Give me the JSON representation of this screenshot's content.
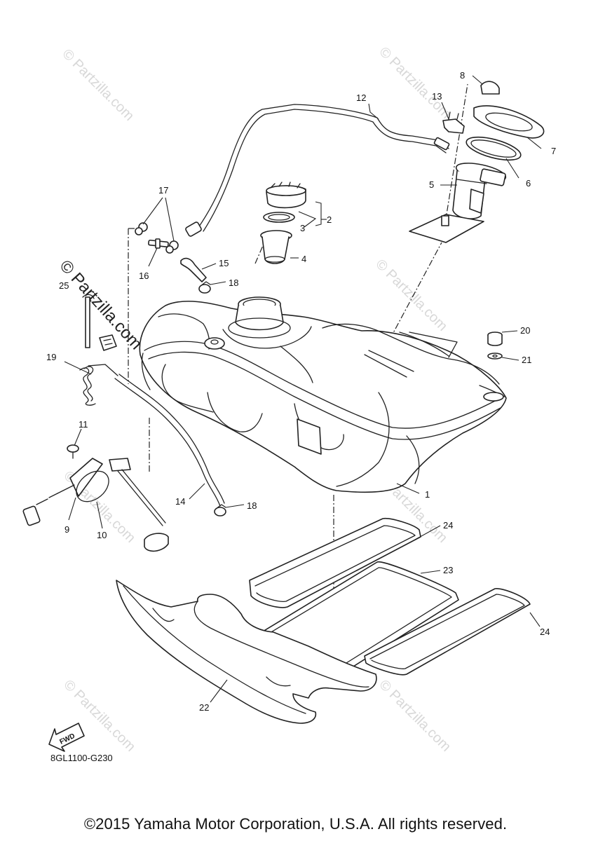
{
  "watermark": {
    "text": "© Partzilla.com"
  },
  "callouts": [
    {
      "label": "1",
      "part": "fuel-tank"
    },
    {
      "label": "2",
      "part": "fuel-cap-assembly"
    },
    {
      "label": "3",
      "part": "fuel-cap-gasket"
    },
    {
      "label": "4",
      "part": "filler-neck-strainer"
    },
    {
      "label": "5",
      "part": "fuel-pump"
    },
    {
      "label": "6",
      "part": "pump-gasket"
    },
    {
      "label": "7",
      "part": "pump-plate"
    },
    {
      "label": "8",
      "part": "pump-cap"
    },
    {
      "label": "9",
      "part": "fuel-sender-unit"
    },
    {
      "label": "10",
      "part": "sender-gasket"
    },
    {
      "label": "11",
      "part": "screw"
    },
    {
      "label": "12",
      "part": "fuel-hose"
    },
    {
      "label": "13",
      "part": "hose-clip"
    },
    {
      "label": "14",
      "part": "breather-hose"
    },
    {
      "label": "15",
      "part": "hose"
    },
    {
      "label": "16",
      "part": "joint"
    },
    {
      "label": "17",
      "part": "clip"
    },
    {
      "label": "18",
      "part": "hose-clamp"
    },
    {
      "label": "19",
      "part": "coiled-hose"
    },
    {
      "label": "20",
      "part": "collar"
    },
    {
      "label": "21",
      "part": "washer"
    },
    {
      "label": "22",
      "part": "tank-cover"
    },
    {
      "label": "23",
      "part": "damper-pad"
    },
    {
      "label": "24",
      "part": "damper-pad"
    },
    {
      "label": "25",
      "part": "band"
    }
  ],
  "fwd_badge": "FWD",
  "drawing_code": "8GL1100-G230",
  "copyright": "©2015 Yamaha Motor Corporation, U.S.A. All rights reserved."
}
